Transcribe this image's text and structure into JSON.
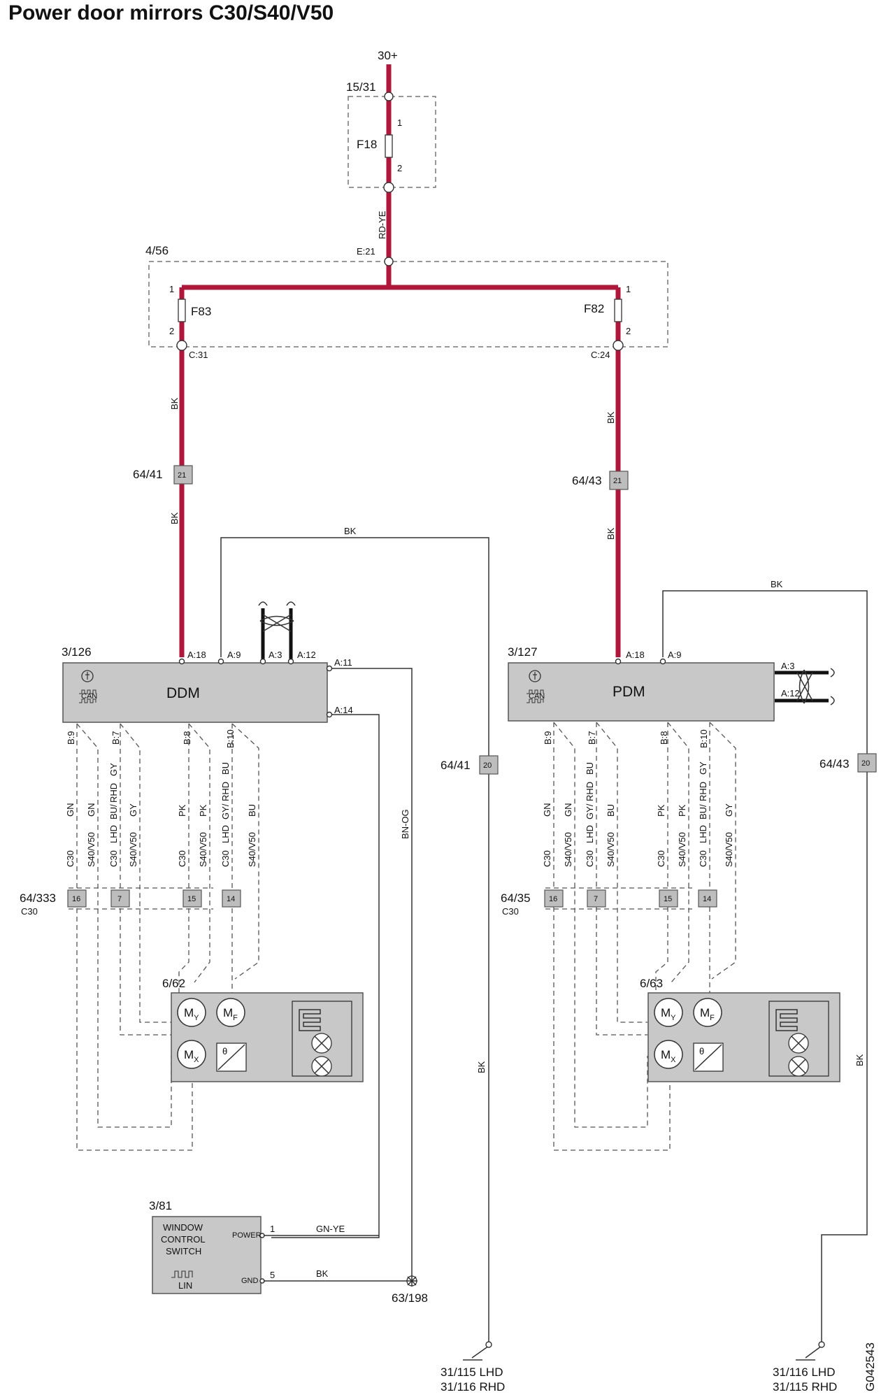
{
  "title": "Power door mirrors C30/S40/V50",
  "doc_code": "G042543",
  "supply": "30+",
  "fusebox_upper": {
    "ref": "15/31",
    "fuse": "F18",
    "pin1": "1",
    "pin2": "2"
  },
  "wire_rdye": "RD-YE",
  "fusebox_lower": {
    "ref": "4/56",
    "in_pin": "E:21",
    "left_fuse": "F83",
    "right_fuse": "F82",
    "left_out": "C:31",
    "right_out": "C:24",
    "p1": "1",
    "p2": "2"
  },
  "wire_bk": "BK",
  "connectors": {
    "left_top": {
      "ref": "64/41",
      "pin": "21"
    },
    "right_top": {
      "ref": "64/43",
      "pin": "21"
    },
    "left_ground": {
      "ref": "64/41",
      "pin": "20"
    },
    "right_ground": {
      "ref": "64/43",
      "pin": "20"
    }
  },
  "ddm": {
    "ref": "3/126",
    "name": "DDM",
    "can": "CAN",
    "pins_top": [
      "A:18",
      "A:9",
      "A:3",
      "A:12"
    ],
    "pin_a11": "A:11",
    "pin_a14": "A:14",
    "pins_bottom": [
      "B:9",
      "B:7",
      "B:8",
      "B:10"
    ]
  },
  "pdm": {
    "ref": "3/127",
    "name": "PDM",
    "can": "CAN",
    "pins_top": [
      "A:18",
      "A:9"
    ],
    "pin_a3": "A:3",
    "pin_a12": "A:12",
    "pins_bottom": [
      "B:9",
      "B:7",
      "B:8",
      "B:10"
    ]
  },
  "ddm_wire_labels": [
    "C30",
    "GN",
    "S40/V50",
    "GN",
    "C30",
    "LHD",
    "BU/",
    "RHD",
    "GY",
    "S40/V50",
    "GY",
    "C30",
    "PK",
    "S40/V50",
    "PK",
    "C30",
    "LHD",
    "GY/",
    "RHD",
    "BU",
    "S40/V50",
    "BU"
  ],
  "pdm_wire_labels": [
    "C30",
    "GN",
    "S40/V50",
    "GN",
    "C30",
    "LHD",
    "GY/",
    "RHD",
    "BU",
    "S40/V50",
    "BU",
    "C30",
    "PK",
    "S40/V50",
    "PK",
    "C30",
    "LHD",
    "BU/",
    "RHD",
    "GY",
    "S40/V50",
    "GY"
  ],
  "wire_bnog": "BN-OG",
  "left_c30_conn": {
    "ref": "64/333",
    "note": "C30",
    "pins": [
      "16",
      "7",
      "15",
      "14"
    ]
  },
  "right_c30_conn": {
    "ref": "64/35",
    "note": "C30",
    "pins": [
      "16",
      "7",
      "15",
      "14"
    ]
  },
  "left_mirror": {
    "ref": "6/62",
    "my": "M",
    "my_sub": "Y",
    "mf": "M",
    "mf_sub": "F",
    "mx": "M",
    "mx_sub": "X",
    "theta": "θ"
  },
  "right_mirror": {
    "ref": "6/63",
    "my": "M",
    "my_sub": "Y",
    "mf": "M",
    "mf_sub": "F",
    "mx": "M",
    "mx_sub": "X",
    "theta": "θ"
  },
  "switch": {
    "ref": "3/81",
    "line1": "WINDOW",
    "line2": "CONTROL",
    "line3": "SWITCH",
    "lin": "LIN",
    "power": "POWER",
    "gnd": "GND",
    "pin1": "1",
    "pin5": "5",
    "wire_gnye": "GN-YE",
    "wire_bk": "BK"
  },
  "ground_point": "63/198",
  "ground_left": {
    "line1": "31/115 LHD",
    "line2": "31/116 RHD"
  },
  "ground_right": {
    "line1": "31/116 LHD",
    "line2": "31/115 RHD"
  }
}
